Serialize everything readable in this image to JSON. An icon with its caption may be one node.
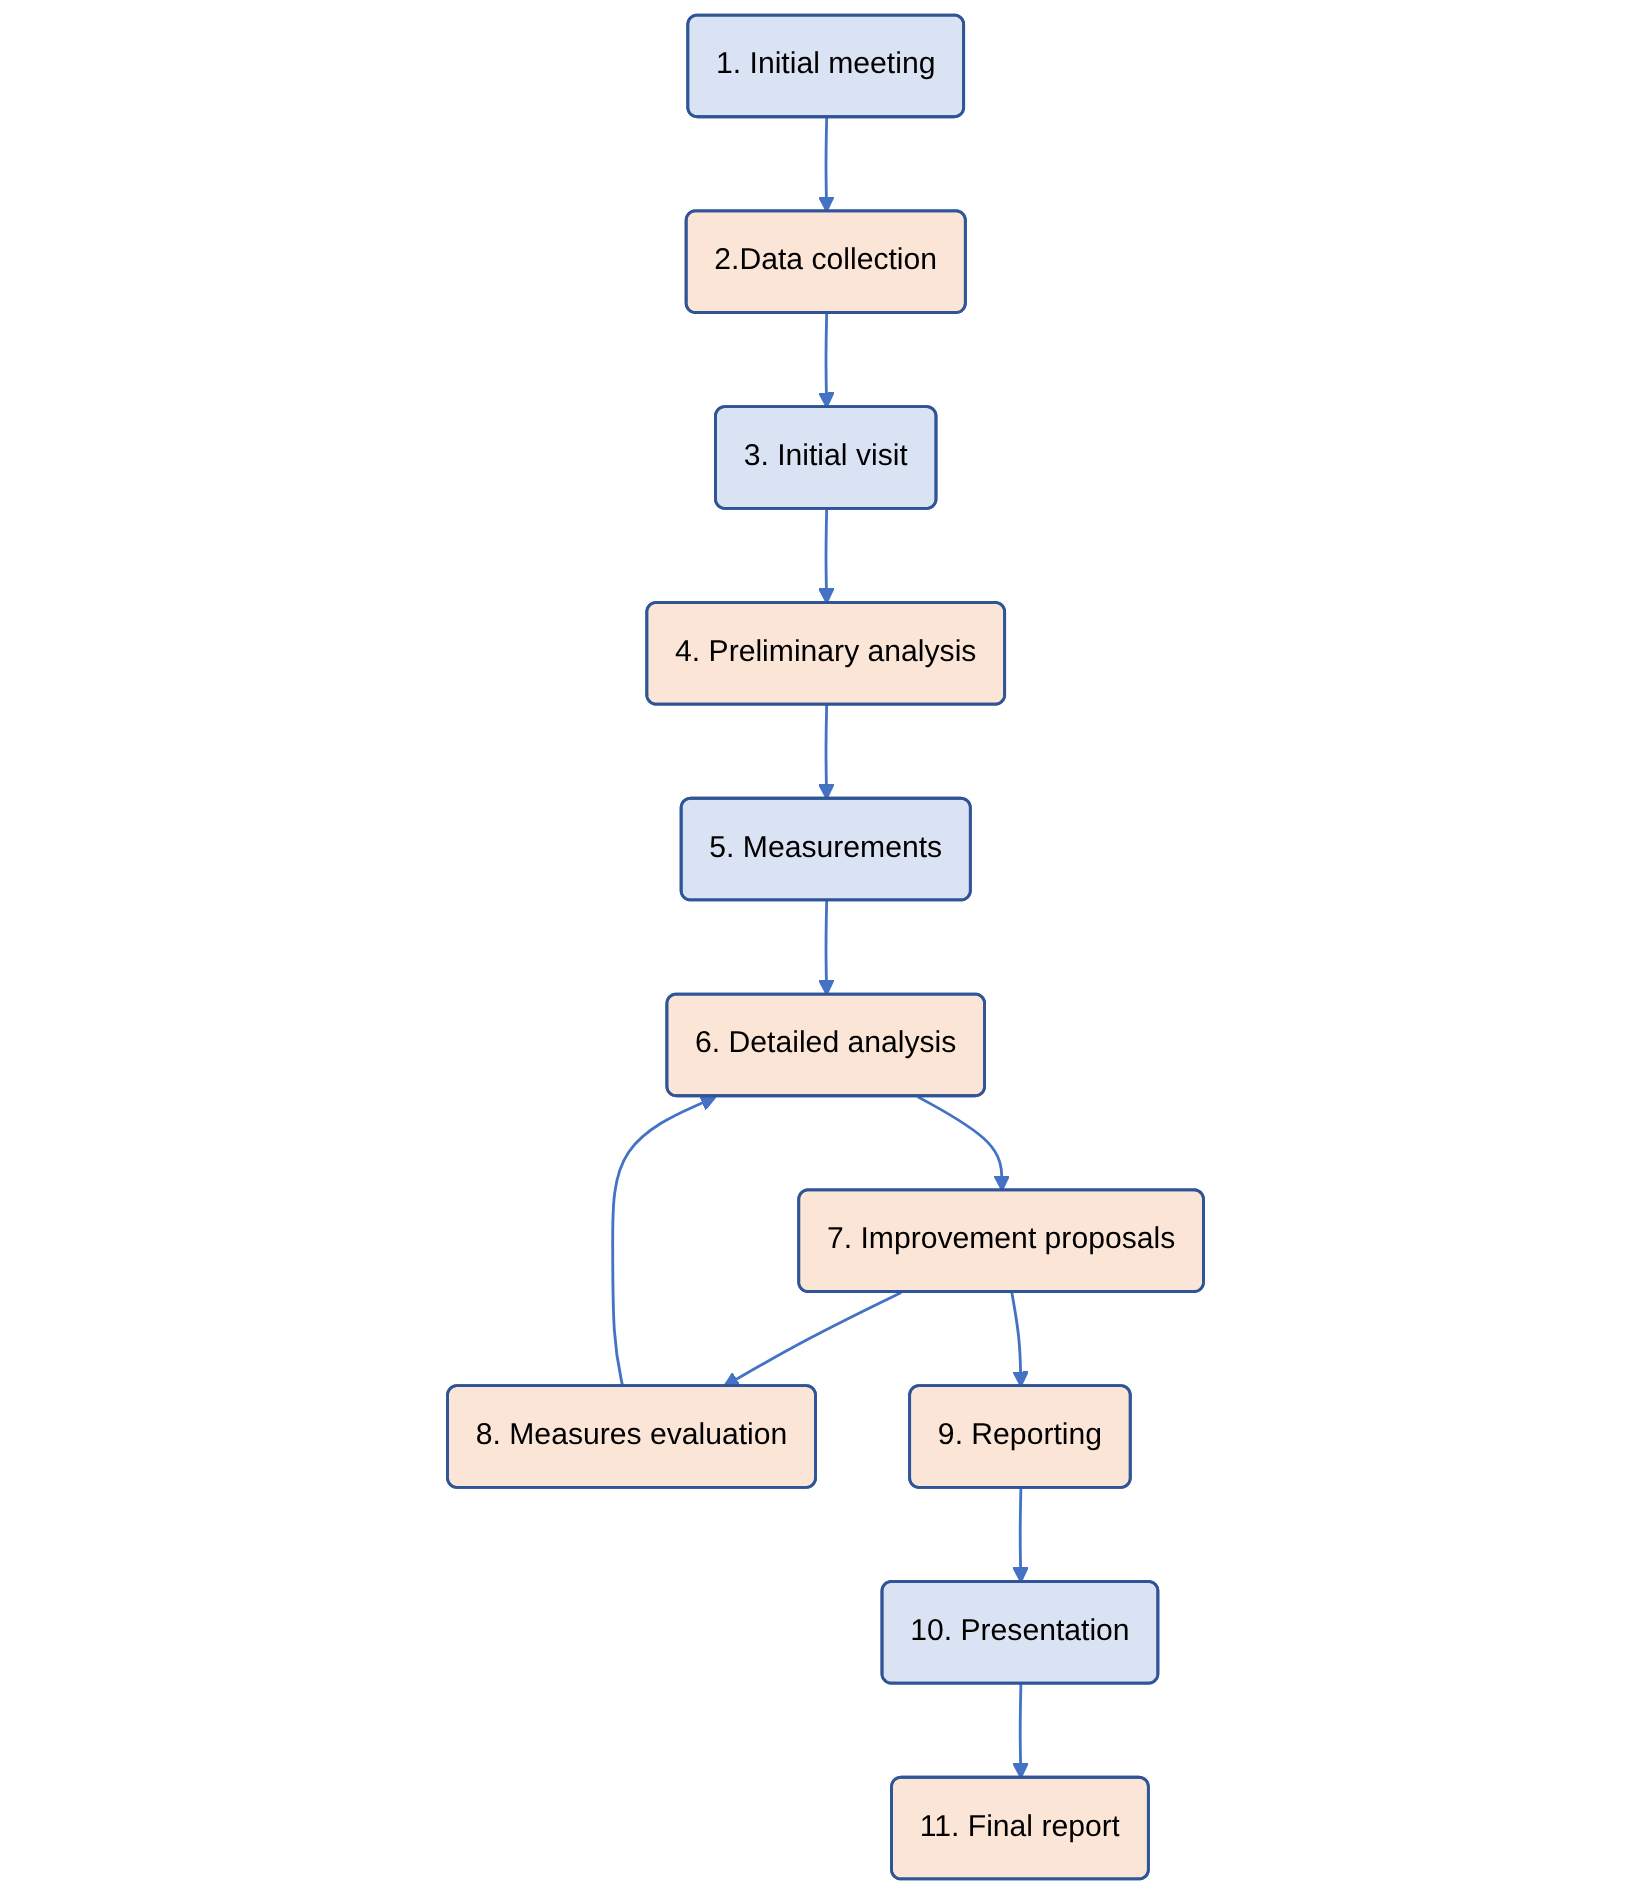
{
  "diagram": {
    "nodes": [
      {
        "text": [
          "1. Initial meeting"
        ]
      },
      {
        "text": [
          "2.Data collection"
        ]
      },
      {
        "text": [
          "3. Initial visit"
        ]
      },
      {
        "text": [
          "4. Preliminary analysis"
        ]
      },
      {
        "text": [
          "5. Measurements"
        ]
      },
      {
        "text": [
          "6. Detailed analysis"
        ]
      },
      {
        "text": [
          "7. Improvement proposals"
        ]
      },
      {
        "text": [
          "8. Measures evaluation"
        ]
      },
      {
        "text": [
          "9. Reporting"
        ]
      },
      {
        "text": [
          "10. Presentation"
        ]
      },
      {
        "text": [
          "11. Final report"
        ]
      }
    ],
    "edges": [
      {
        "from": 0,
        "to": 1,
        "arrow": "to"
      },
      {
        "from": 1,
        "to": 2,
        "arrow": "to"
      },
      {
        "from": 2,
        "to": 3,
        "arrow": "to"
      },
      {
        "from": 3,
        "to": 4,
        "arrow": "to"
      },
      {
        "from": 4,
        "to": 5,
        "arrow": "to"
      },
      {
        "from": 5,
        "to": 6,
        "arrow": "to"
      },
      {
        "from": 6,
        "to": 7,
        "arrow": "to"
      },
      {
        "from": 7,
        "to": 5,
        "arrow": "to"
      },
      {
        "from": 6,
        "to": 8,
        "arrow": "to"
      },
      {
        "from": 8,
        "to": 9,
        "arrow": "to"
      },
      {
        "from": 9,
        "to": 10,
        "arrow": "to"
      }
    ]
  }
}
